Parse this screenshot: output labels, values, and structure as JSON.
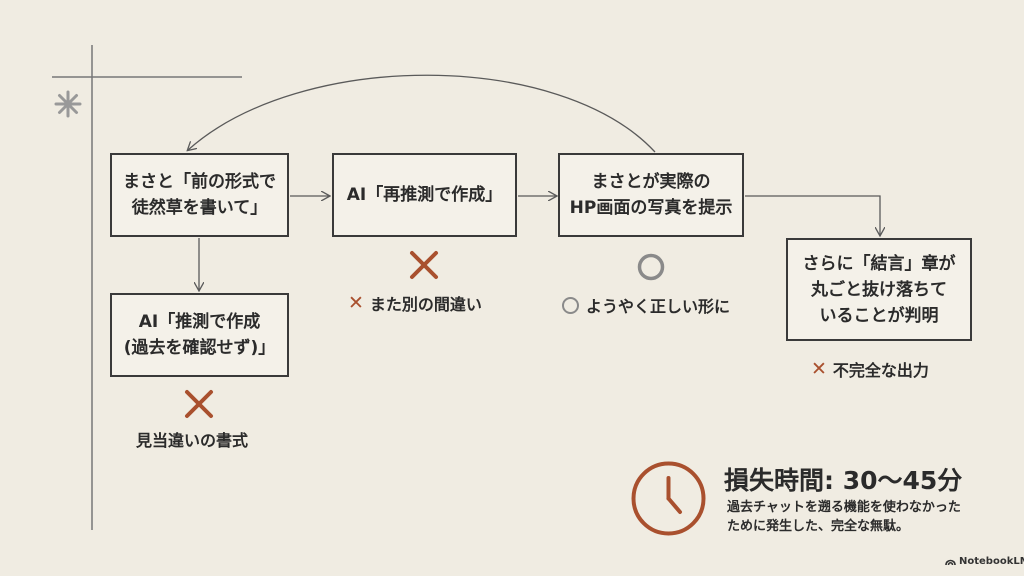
{
  "boxes": {
    "b1": "まさと「前の形式で\n徒然草を書いて」",
    "b2": "AI「再推測で作成」",
    "b3": "まさとが実際の\nHP画面の写真を提示",
    "b4": "AI「推測で作成\n(過去を確認せず)」",
    "b5": "さらに「結言」章が\n丸ごと抜け落ちて\nいることが判明"
  },
  "labels": {
    "l1": "見当違いの書式",
    "l2": "また別の間違い",
    "l3": "ようやく正しい形に",
    "l4": "不完全な出力"
  },
  "footer": {
    "title": "損失時間: 30〜45分",
    "desc": "過去チャットを遡る機能を使わなかった\nために発生した、完全な無駄。"
  },
  "brand": "NotebookLM",
  "colors": {
    "accent": "#a9502e",
    "ok": "#8a8a8a",
    "line": "#5a5a5a"
  }
}
